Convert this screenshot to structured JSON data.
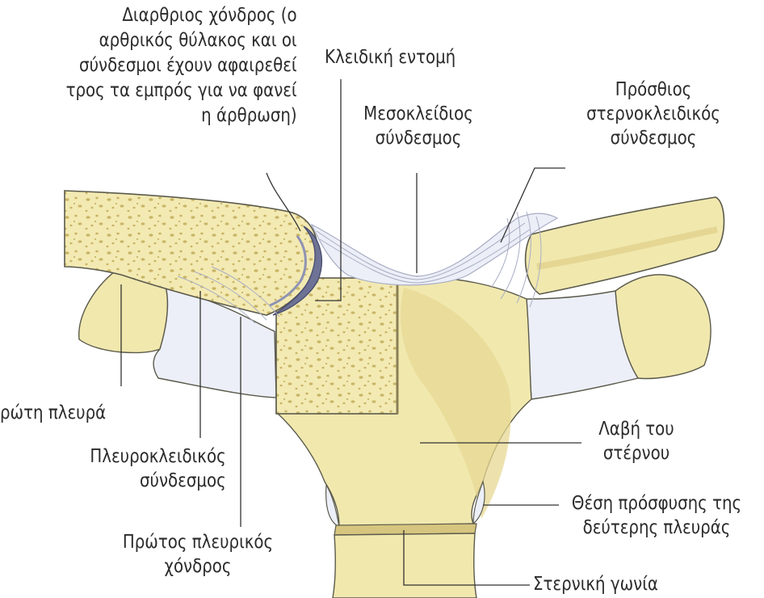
{
  "figure": {
    "labels": {
      "articular_disc": "Διαρθριος χόνδρος (ο\nαρθρικός θύλακος και οι\nσύνδεσμοι έχουν αφαιρεθεί\nτρος τα εμπρός για να φανεί\nη άρθρωση)",
      "clavicular_notch": "Κλειδική εντομή",
      "interclavicular_ligament": "Μεσοκλείδιος\nσύνδεσμος",
      "anterior_sternoclavicular_ligament": "Πρόσθιος\nστερνοκλειδικός\nσύνδεσμος",
      "first_rib": "ρώτη πλευρά",
      "costoclavicular_ligament": "Πλευροκλειδικός\nσύνδεσμος",
      "first_costal_cartilage": "Πρώτος πλευρικός\nχόνδρος",
      "manubrium": "Λαβή του\nστέρνου",
      "second_rib_attachment": "Θέση πρόσφυσης της\nδεύτερης πλευράς",
      "sternal_angle": "Στερνική γωνία"
    },
    "colors": {
      "bone": "#f1e8ae",
      "bone_dark": "#e3d28a",
      "cartilage": "#eceff7",
      "ligament": "#a9adc4",
      "disc": "#6e7396",
      "outline": "#5b5a4c",
      "pores": "#c7b362",
      "leader": "#333333"
    }
  }
}
